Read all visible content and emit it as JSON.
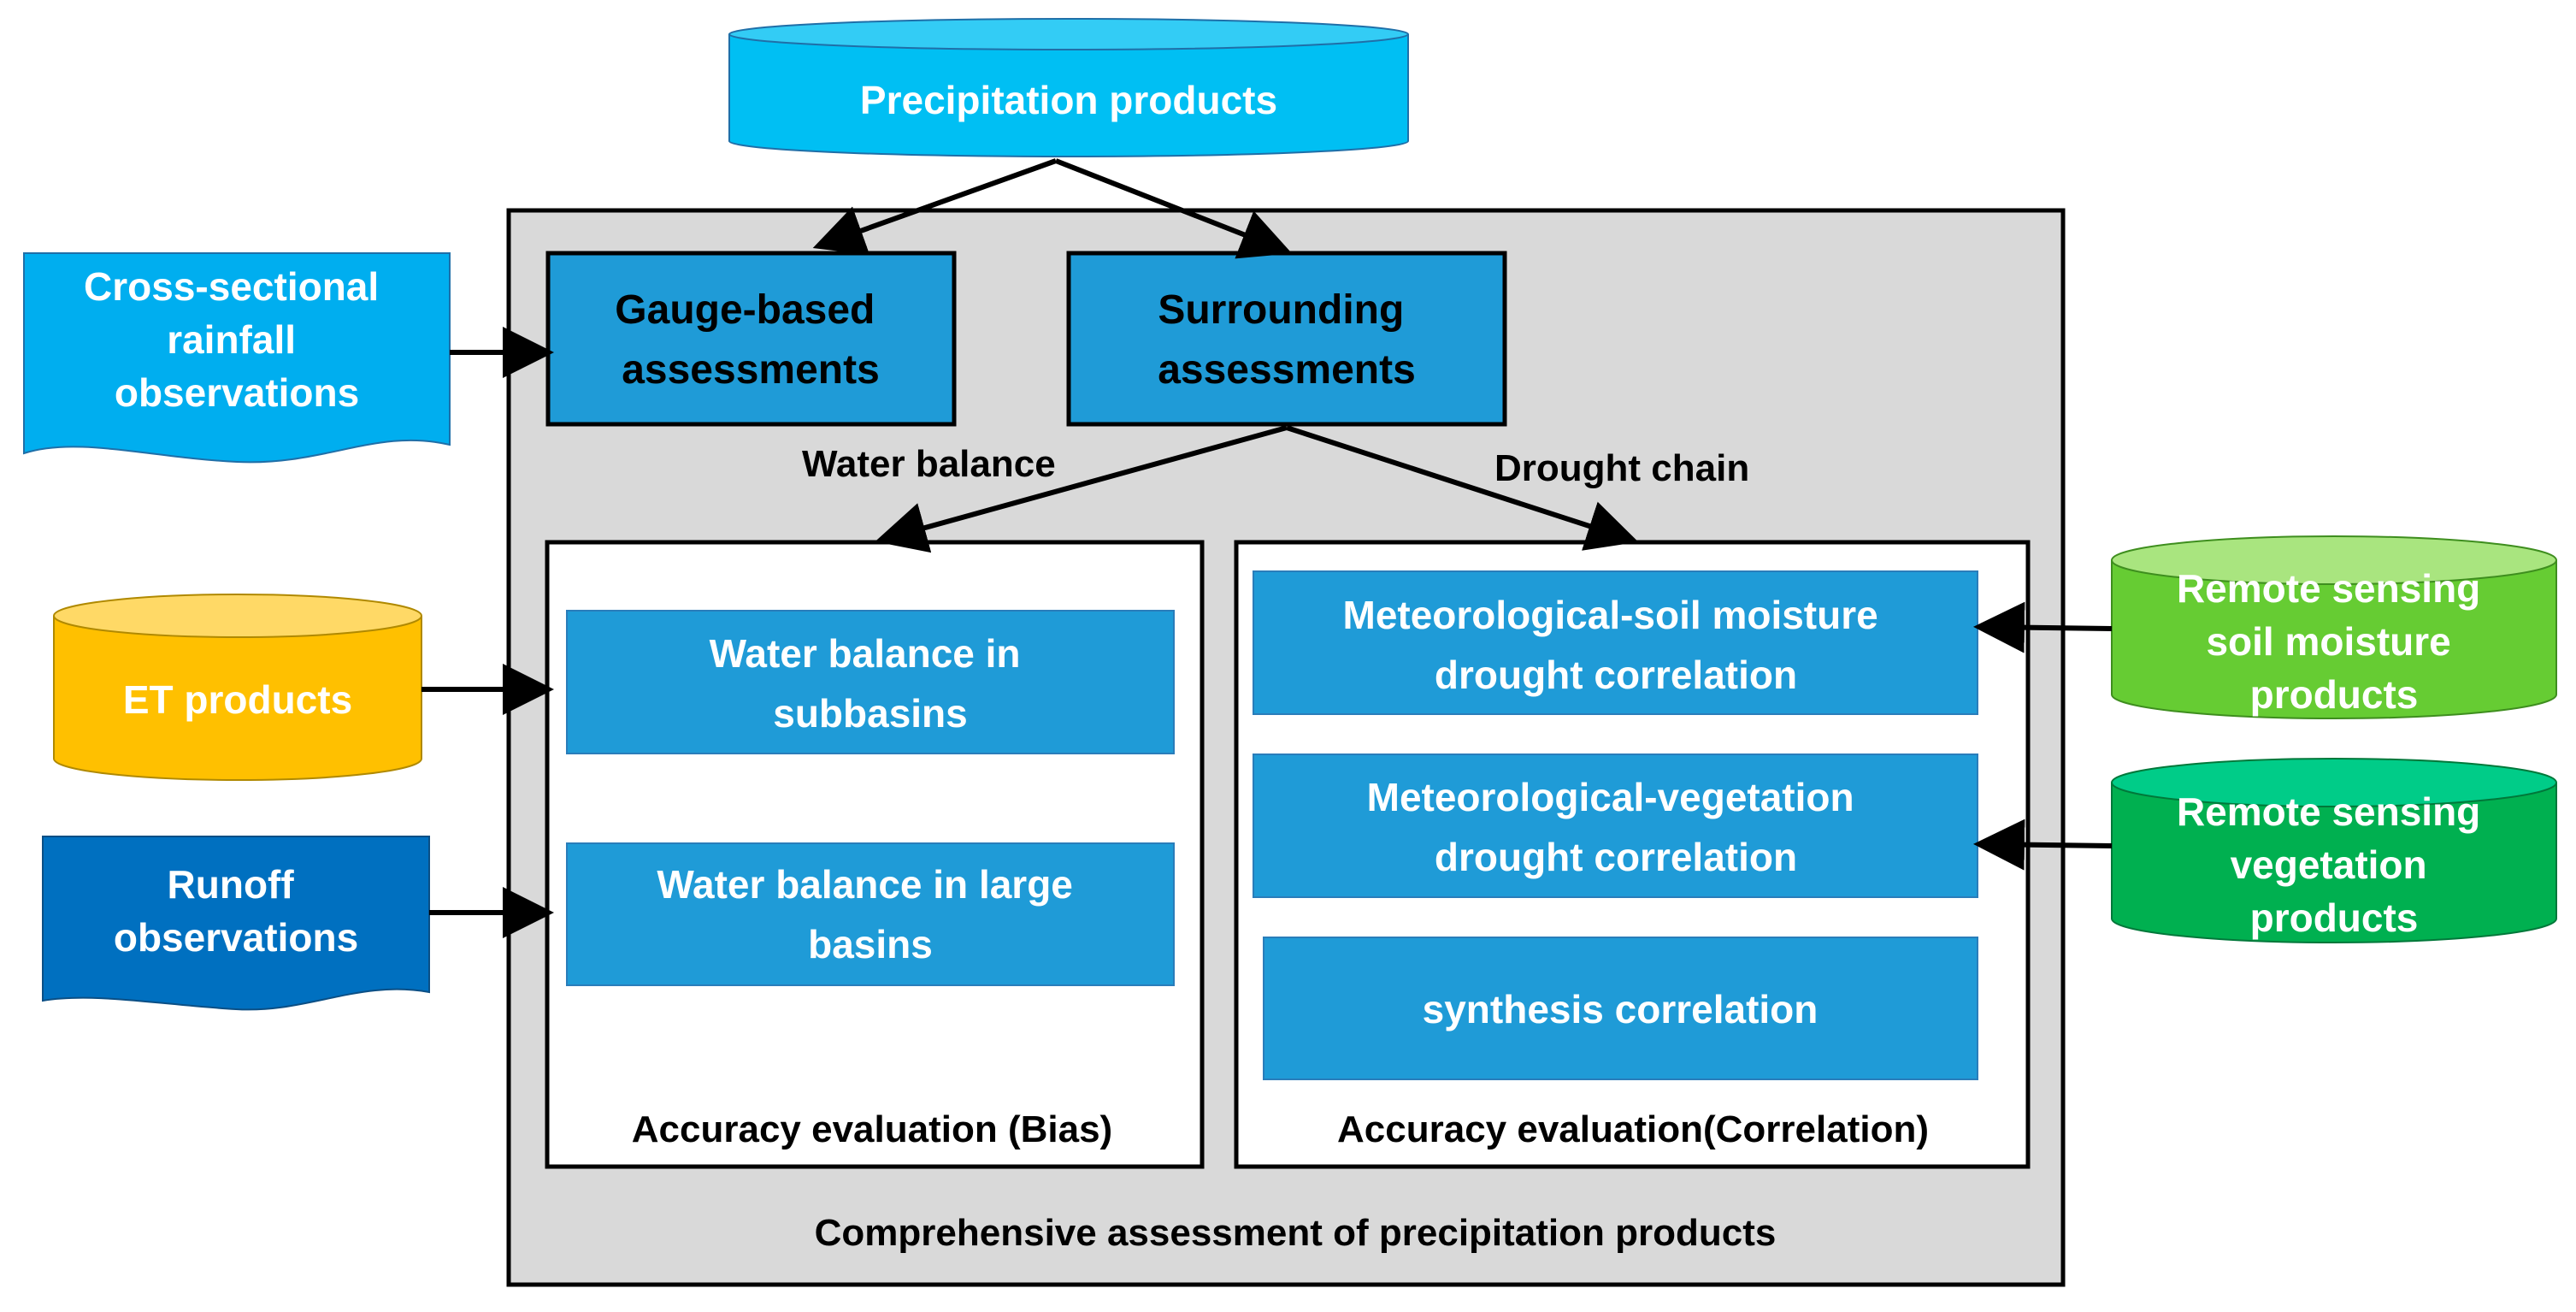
{
  "colors": {
    "precip_fill": "#00BFF3",
    "precip_top": "#33CCF5",
    "cross_fill": "#00AEEF",
    "et_fill": "#FFC000",
    "et_top": "#FFD966",
    "runoff_fill": "#0070C0",
    "soil_fill": "#66CC33",
    "soil_top": "#A9E57F",
    "veg_fill": "#00B050",
    "veg_top": "#00CC88",
    "box_fill": "#1F9BD7",
    "frame_fill": "#D9D9D9"
  },
  "inputs": {
    "precipitation": "Precipitation products",
    "cross_sectional": [
      "Cross-sectional",
      "rainfall",
      "observations"
    ],
    "et": "ET products",
    "runoff": [
      "Runoff",
      "observations"
    ],
    "soil_moisture": [
      "Remote sensing",
      "soil moisture",
      "products"
    ],
    "vegetation": [
      "Remote sensing",
      "vegetation",
      "products"
    ]
  },
  "assessments": {
    "gauge": [
      "Gauge-based",
      "assessments"
    ],
    "surrounding": [
      "Surrounding",
      "assessments"
    ]
  },
  "branches": {
    "water_balance": "Water balance",
    "drought_chain": "Drought chain"
  },
  "bias_panel": {
    "items": [
      [
        "Water balance in",
        "subbasins"
      ],
      [
        "Water balance in large",
        "basins"
      ]
    ],
    "label": "Accuracy evaluation (Bias)"
  },
  "correlation_panel": {
    "items": [
      [
        "Meteorological-soil moisture",
        "drought correlation"
      ],
      [
        "Meteorological-vegetation",
        "drought correlation"
      ],
      [
        "synthesis correlation"
      ]
    ],
    "label": "Accuracy evaluation(Correlation)"
  },
  "footer": "Comprehensive assessment of precipitation products"
}
